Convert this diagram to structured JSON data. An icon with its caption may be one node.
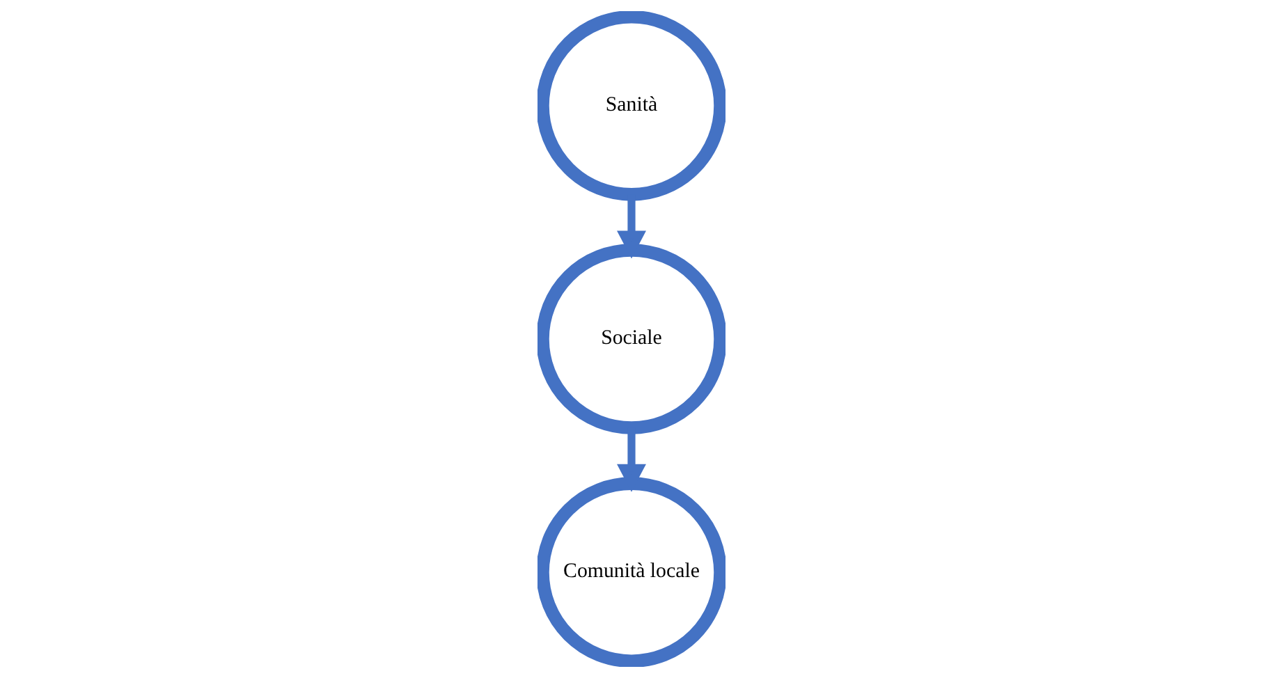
{
  "diagram": {
    "nodes": [
      {
        "text": [
          "Sanità"
        ]
      },
      {
        "text": [
          "Sociale"
        ]
      },
      {
        "text": [
          "Comunità locale"
        ]
      }
    ],
    "edges": [
      {
        "from": 0,
        "to": 1,
        "arrow": "to"
      },
      {
        "from": 1,
        "to": 2,
        "arrow": "to"
      }
    ]
  }
}
